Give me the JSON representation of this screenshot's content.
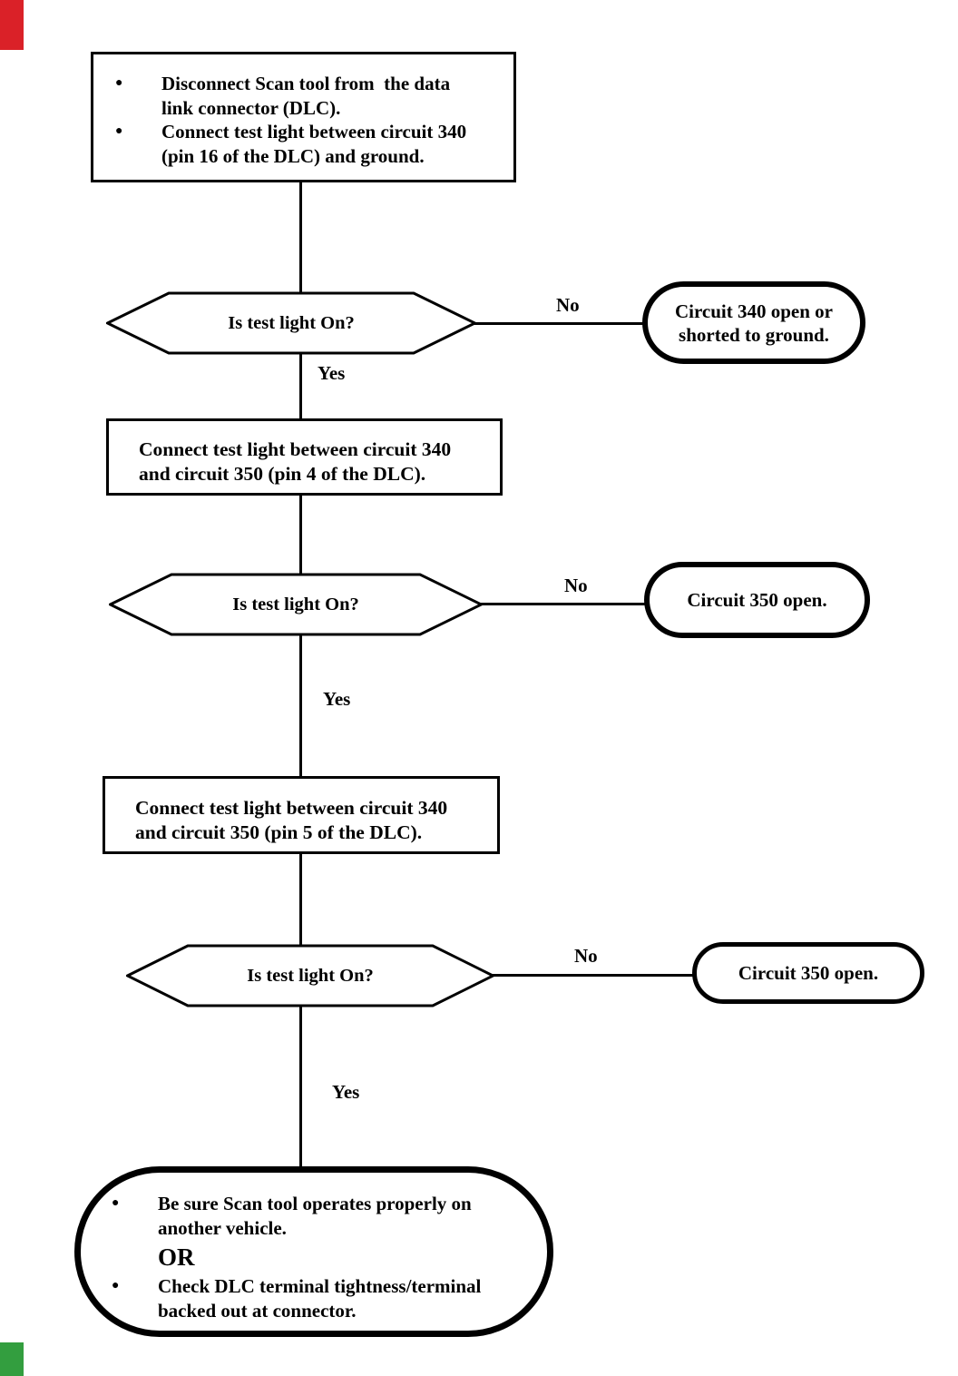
{
  "palette": {
    "ink": "#000000",
    "paper": "#ffffff",
    "corner_mark_red": "#da2128",
    "corner_mark_green": "#339e3f"
  },
  "glyphs": {
    "bullet": "●"
  },
  "labels": {
    "yes": "Yes",
    "no": "No"
  },
  "flow": {
    "start": {
      "bullet1": [
        "Disconnect Scan tool from  the data",
        "link connector (DLC)."
      ],
      "bullet2": [
        "Connect test light between circuit 340",
        "(pin 16 of the DLC) and ground."
      ]
    },
    "decision1": "Is test light On?",
    "result1": [
      "Circuit 340 open or",
      "shorted to ground."
    ],
    "process2": [
      "Connect test light between circuit 340",
      "and circuit 350 (pin 4 of the DLC)."
    ],
    "decision2": "Is test light On?",
    "result2": "Circuit 350 open.",
    "process3": [
      "Connect test light between circuit 340",
      "and circuit 350 (pin 5 of the DLC)."
    ],
    "decision3": "Is test light On?",
    "result3": "Circuit 350 open.",
    "end": {
      "bullet1": [
        "Be sure Scan tool operates properly on",
        "another vehicle."
      ],
      "or": "OR",
      "bullet2": [
        "Check DLC terminal tightness/terminal",
        "backed out at connector."
      ]
    }
  }
}
